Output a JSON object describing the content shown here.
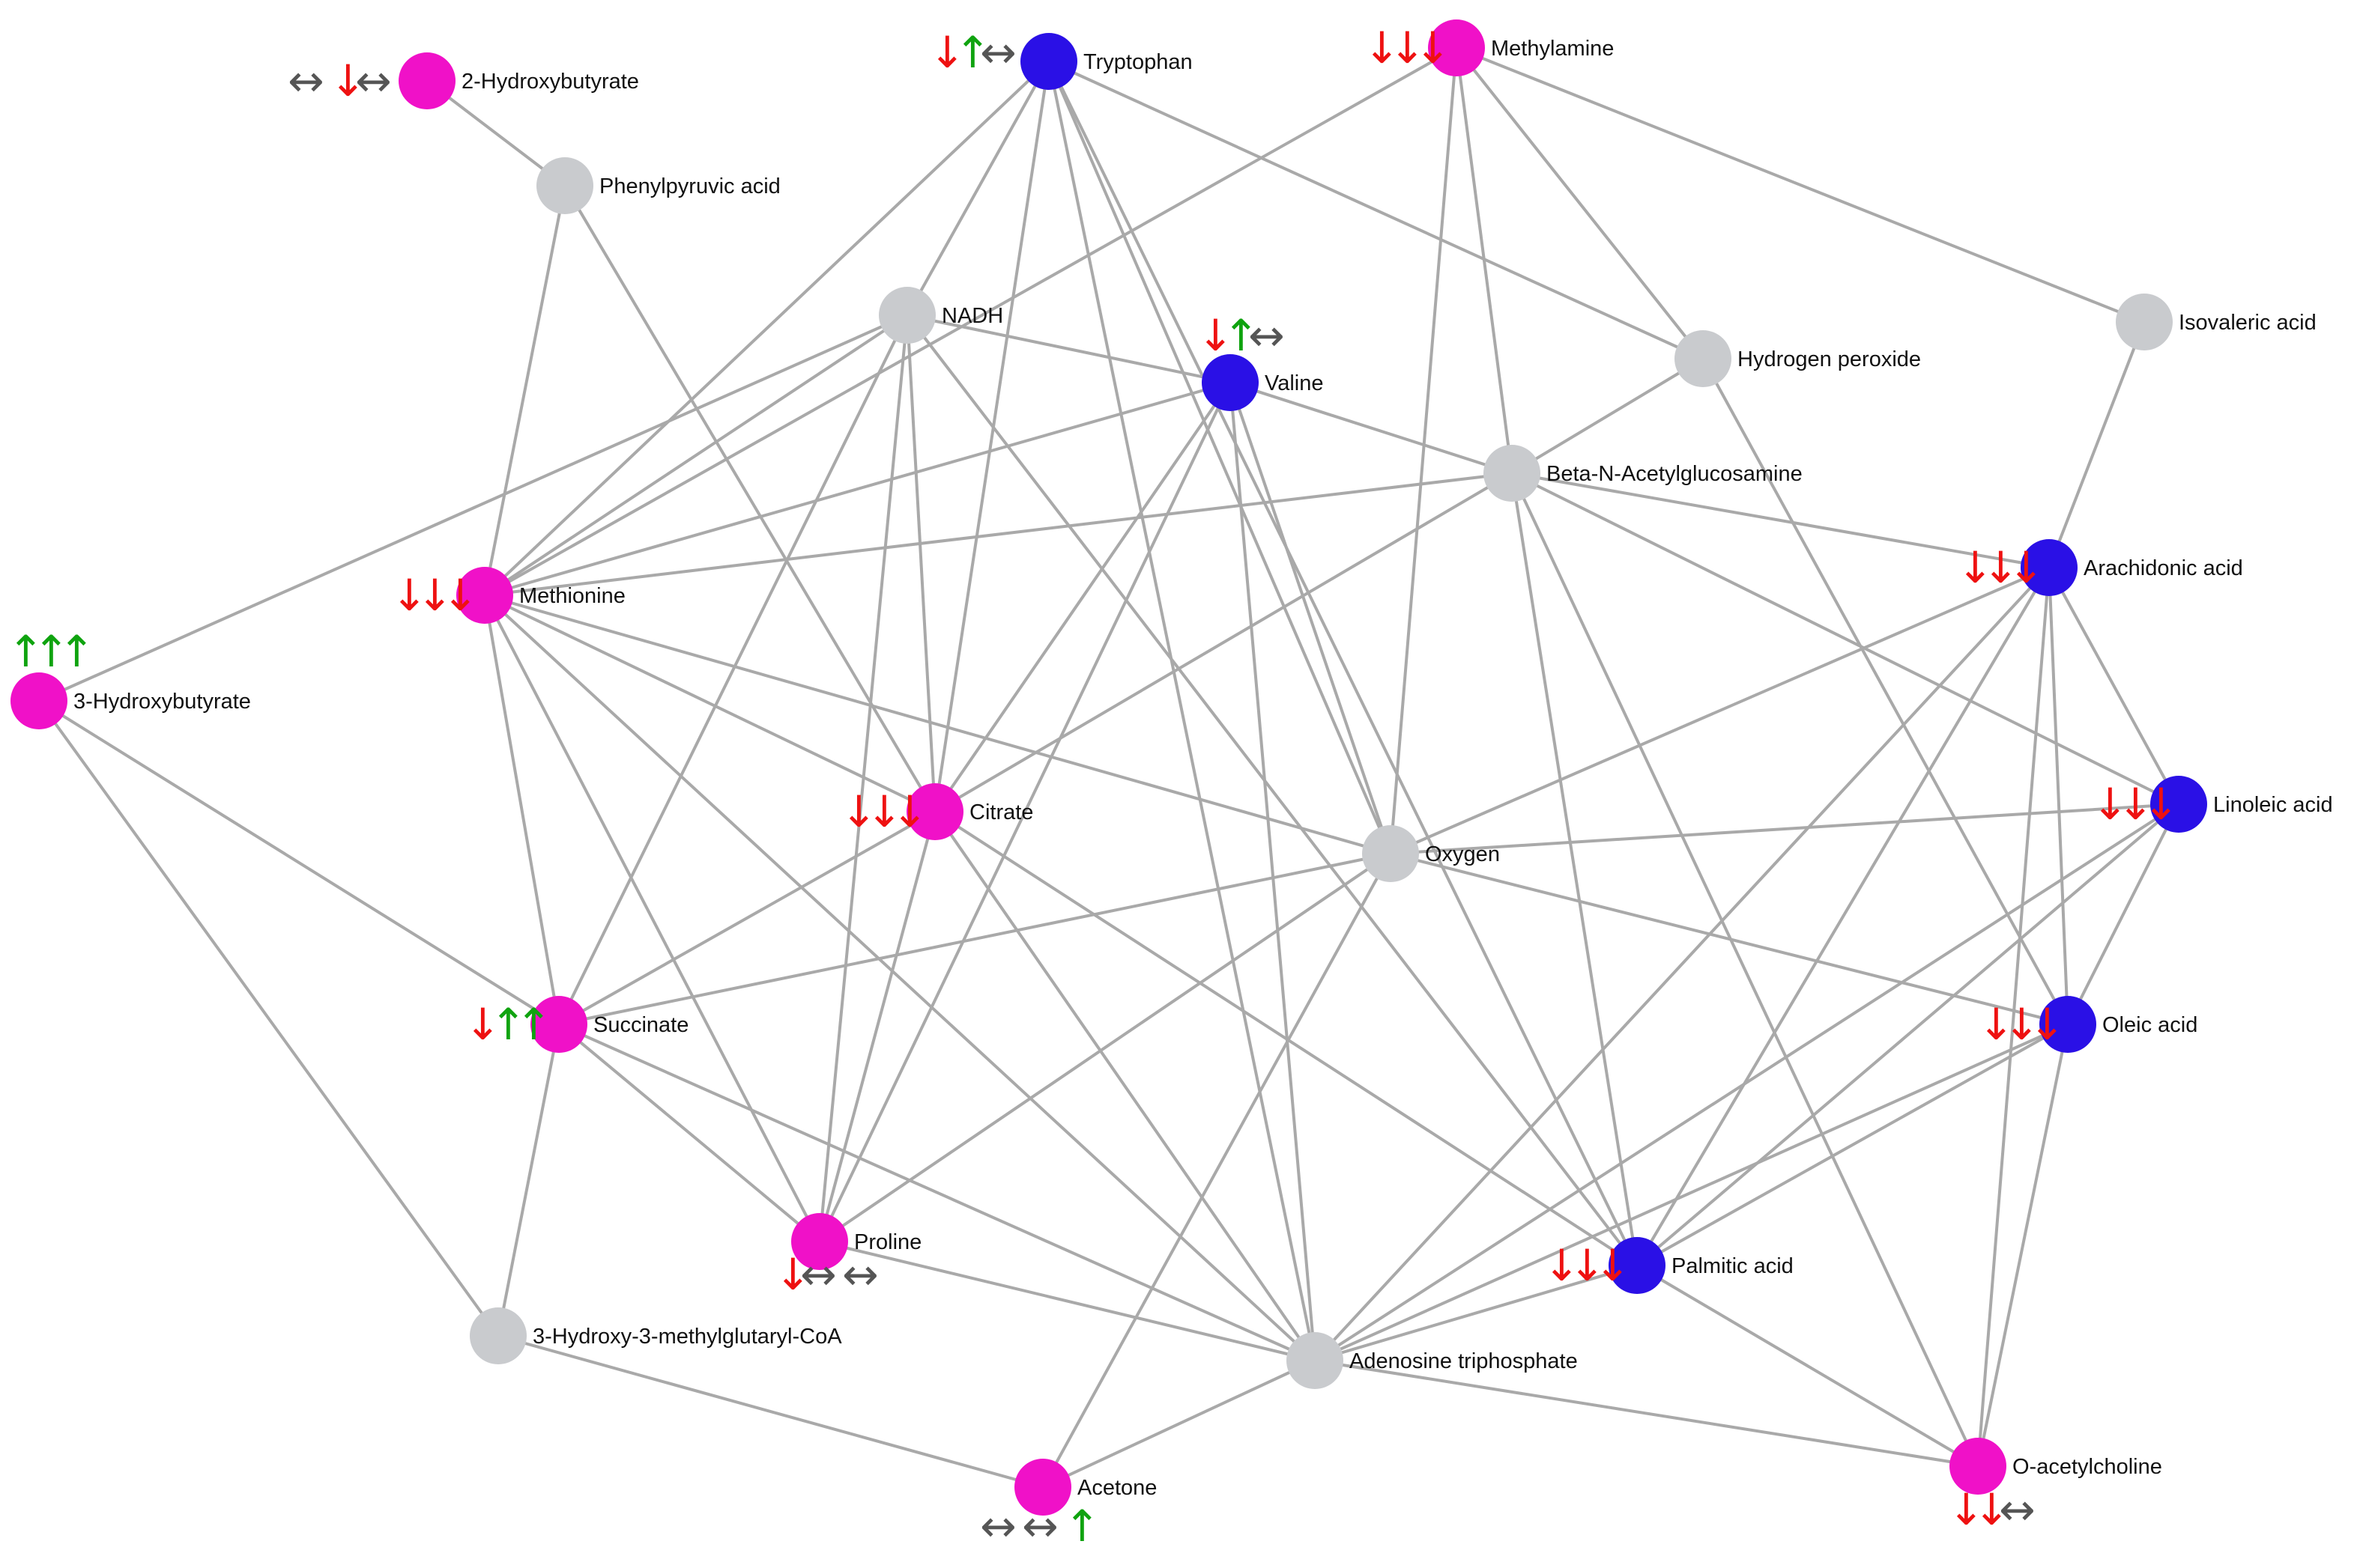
{
  "colors": {
    "metabolite_magenta": "#f011c8",
    "metabolite_blue": "#2a10e6",
    "compound_gray": "#c9cbce",
    "edge": "#a9a9a9",
    "arrow_down": "#ee1111",
    "arrow_up": "#0fa30f",
    "arrow_unchanged": "#555555"
  },
  "arrow_symbols": {
    "down": "↓",
    "up": "↑",
    "unchanged": "↔"
  },
  "nodes": [
    {
      "id": "hydroxybutyrate2",
      "label": "2-Hydroxybutyrate",
      "color": "magenta",
      "arrows": [
        "unchanged",
        "down",
        "unchanged"
      ]
    },
    {
      "id": "tryptophan",
      "label": "Tryptophan",
      "color": "blue",
      "arrows": [
        "down",
        "up",
        "unchanged"
      ]
    },
    {
      "id": "methylamine",
      "label": "Methylamine",
      "color": "magenta",
      "arrows": [
        "down",
        "down",
        "down"
      ]
    },
    {
      "id": "phenylpyruvic",
      "label": "Phenylpyruvic acid",
      "color": "gray",
      "arrows": []
    },
    {
      "id": "nadh",
      "label": "NADH",
      "color": "gray",
      "arrows": []
    },
    {
      "id": "valine",
      "label": "Valine",
      "color": "blue",
      "arrows": [
        "down",
        "up",
        "unchanged"
      ]
    },
    {
      "id": "h2o2",
      "label": "Hydrogen peroxide",
      "color": "gray",
      "arrows": []
    },
    {
      "id": "isovaleric",
      "label": "Isovaleric acid",
      "color": "gray",
      "arrows": []
    },
    {
      "id": "glcnac",
      "label": "Beta-N-Acetylglucosamine",
      "color": "gray",
      "arrows": []
    },
    {
      "id": "methionine",
      "label": "Methionine",
      "color": "magenta",
      "arrows": [
        "down",
        "down",
        "down"
      ]
    },
    {
      "id": "arachidonic",
      "label": "Arachidonic acid",
      "color": "blue",
      "arrows": [
        "down",
        "down",
        "down"
      ]
    },
    {
      "id": "hydroxybutyrate3",
      "label": "3-Hydroxybutyrate",
      "color": "magenta",
      "arrows": [
        "up",
        "up",
        "up"
      ]
    },
    {
      "id": "citrate",
      "label": "Citrate",
      "color": "magenta",
      "arrows": [
        "down",
        "down",
        "down"
      ]
    },
    {
      "id": "linoleic",
      "label": "Linoleic acid",
      "color": "blue",
      "arrows": [
        "down",
        "down",
        "down"
      ]
    },
    {
      "id": "oxygen",
      "label": "Oxygen",
      "color": "gray",
      "arrows": []
    },
    {
      "id": "succinate",
      "label": "Succinate",
      "color": "magenta",
      "arrows": [
        "down",
        "up",
        "up"
      ]
    },
    {
      "id": "oleic",
      "label": "Oleic acid",
      "color": "blue",
      "arrows": [
        "down",
        "down",
        "down"
      ]
    },
    {
      "id": "proline",
      "label": "Proline",
      "color": "magenta",
      "arrows": [
        "down",
        "unchanged",
        "unchanged"
      ]
    },
    {
      "id": "palmitic",
      "label": "Palmitic acid",
      "color": "blue",
      "arrows": [
        "down",
        "down",
        "down"
      ]
    },
    {
      "id": "hmgcoa",
      "label": "3-Hydroxy-3-methylglutaryl-CoA",
      "color": "gray",
      "arrows": []
    },
    {
      "id": "atp",
      "label": "Adenosine triphosphate",
      "color": "gray",
      "arrows": []
    },
    {
      "id": "acetone",
      "label": "Acetone",
      "color": "magenta",
      "arrows": [
        "unchanged",
        "unchanged",
        "up"
      ]
    },
    {
      "id": "acetylcholine",
      "label": "O-acetylcholine",
      "color": "magenta",
      "arrows": [
        "down",
        "down",
        "unchanged"
      ]
    }
  ],
  "edges": [
    [
      "hydroxybutyrate2",
      "phenylpyruvic"
    ],
    [
      "phenylpyruvic",
      "methionine"
    ],
    [
      "phenylpyruvic",
      "citrate"
    ],
    [
      "tryptophan",
      "methionine"
    ],
    [
      "tryptophan",
      "nadh"
    ],
    [
      "tryptophan",
      "citrate"
    ],
    [
      "tryptophan",
      "h2o2"
    ],
    [
      "tryptophan",
      "oxygen"
    ],
    [
      "tryptophan",
      "atp"
    ],
    [
      "tryptophan",
      "palmitic"
    ],
    [
      "methylamine",
      "methionine"
    ],
    [
      "methylamine",
      "isovaleric"
    ],
    [
      "methylamine",
      "h2o2"
    ],
    [
      "methylamine",
      "oxygen"
    ],
    [
      "methylamine",
      "glcnac"
    ],
    [
      "nadh",
      "valine"
    ],
    [
      "nadh",
      "methionine"
    ],
    [
      "nadh",
      "hydroxybutyrate3"
    ],
    [
      "nadh",
      "succinate"
    ],
    [
      "nadh",
      "citrate"
    ],
    [
      "nadh",
      "proline"
    ],
    [
      "nadh",
      "palmitic"
    ],
    [
      "valine",
      "methionine"
    ],
    [
      "valine",
      "citrate"
    ],
    [
      "valine",
      "proline"
    ],
    [
      "valine",
      "oxygen"
    ],
    [
      "valine",
      "atp"
    ],
    [
      "valine",
      "glcnac"
    ],
    [
      "h2o2",
      "glcnac"
    ],
    [
      "h2o2",
      "oleic"
    ],
    [
      "isovaleric",
      "arachidonic"
    ],
    [
      "glcnac",
      "methionine"
    ],
    [
      "glcnac",
      "arachidonic"
    ],
    [
      "glcnac",
      "linoleic"
    ],
    [
      "glcnac",
      "citrate"
    ],
    [
      "glcnac",
      "palmitic"
    ],
    [
      "glcnac",
      "acetylcholine"
    ],
    [
      "methionine",
      "succinate"
    ],
    [
      "methionine",
      "citrate"
    ],
    [
      "methionine",
      "oxygen"
    ],
    [
      "methionine",
      "proline"
    ],
    [
      "methionine",
      "atp"
    ],
    [
      "hydroxybutyrate3",
      "succinate"
    ],
    [
      "hydroxybutyrate3",
      "hmgcoa"
    ],
    [
      "citrate",
      "succinate"
    ],
    [
      "citrate",
      "proline"
    ],
    [
      "citrate",
      "atp"
    ],
    [
      "citrate",
      "palmitic"
    ],
    [
      "succinate",
      "oxygen"
    ],
    [
      "succinate",
      "hmgcoa"
    ],
    [
      "succinate",
      "proline"
    ],
    [
      "succinate",
      "atp"
    ],
    [
      "oxygen",
      "linoleic"
    ],
    [
      "oxygen",
      "arachidonic"
    ],
    [
      "oxygen",
      "oleic"
    ],
    [
      "oxygen",
      "proline"
    ],
    [
      "oxygen",
      "acetone"
    ],
    [
      "proline",
      "atp"
    ],
    [
      "hmgcoa",
      "acetone"
    ],
    [
      "acetone",
      "atp"
    ],
    [
      "atp",
      "arachidonic"
    ],
    [
      "atp",
      "linoleic"
    ],
    [
      "atp",
      "oleic"
    ],
    [
      "atp",
      "palmitic"
    ],
    [
      "atp",
      "acetylcholine"
    ],
    [
      "arachidonic",
      "linoleic"
    ],
    [
      "arachidonic",
      "oleic"
    ],
    [
      "arachidonic",
      "palmitic"
    ],
    [
      "arachidonic",
      "acetylcholine"
    ],
    [
      "linoleic",
      "oleic"
    ],
    [
      "linoleic",
      "palmitic"
    ],
    [
      "oleic",
      "palmitic"
    ],
    [
      "oleic",
      "acetylcholine"
    ],
    [
      "palmitic",
      "acetylcholine"
    ]
  ]
}
